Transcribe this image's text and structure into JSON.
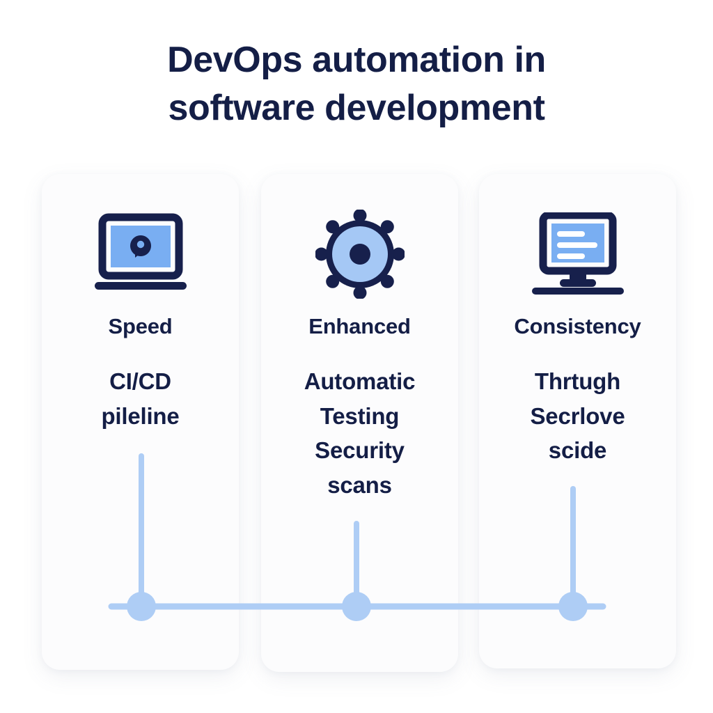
{
  "title": {
    "line1": "DevOps automation in",
    "line2": "software development"
  },
  "theme": {
    "page_background": "#FFFFFF",
    "card_background": "#FCFCFD",
    "text_navy": "#141E46",
    "icon_dark": "#17204C",
    "icon_blue": "#79AEF2",
    "timeline_blue": "#AECDF5",
    "gear_blue": "#A5C8F5"
  },
  "cards": [
    {
      "icon": "laptop-icon",
      "heading": "Speed",
      "body_line1": "CI/CD",
      "body_line2": "pileline"
    },
    {
      "icon": "gear-icon",
      "heading": "Enhanced",
      "body_line1": "Automatic",
      "body_line2": "Testing",
      "body_line3": "Security",
      "body_line4": "scans"
    },
    {
      "icon": "monitor-icon",
      "heading": "Consistency",
      "body_line1": "Thrtugh",
      "body_line2": "Secrlove",
      "body_line3": "scide"
    }
  ],
  "timeline": {
    "node_count": 3,
    "node_labels": [
      "timeline-node-1",
      "timeline-node-2",
      "timeline-node-3"
    ]
  }
}
